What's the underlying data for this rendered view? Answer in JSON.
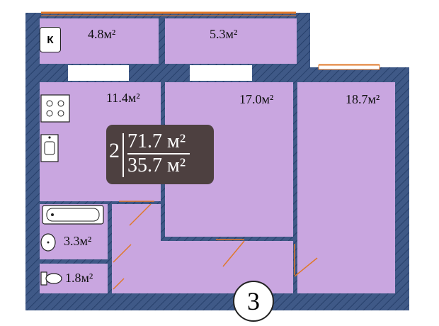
{
  "apartment": {
    "rooms_count": "2",
    "total_area": "71.7 м²",
    "living_area": "35.7 м²",
    "unit_number": "3"
  },
  "rooms": {
    "loggia_left": "4.8м²",
    "loggia_right": "5.3м²",
    "kitchen": "11.4м²",
    "living_room": "17.0м²",
    "bedroom": "18.7м²",
    "bathroom": "3.3м²",
    "toilet": "1.8м²"
  },
  "markers": {
    "kitchen_badge": "К"
  },
  "colors": {
    "wall": "#3f5987",
    "room_fill": "#c9a6e0",
    "area_box": "#4d4040",
    "door": "#e0782a"
  }
}
